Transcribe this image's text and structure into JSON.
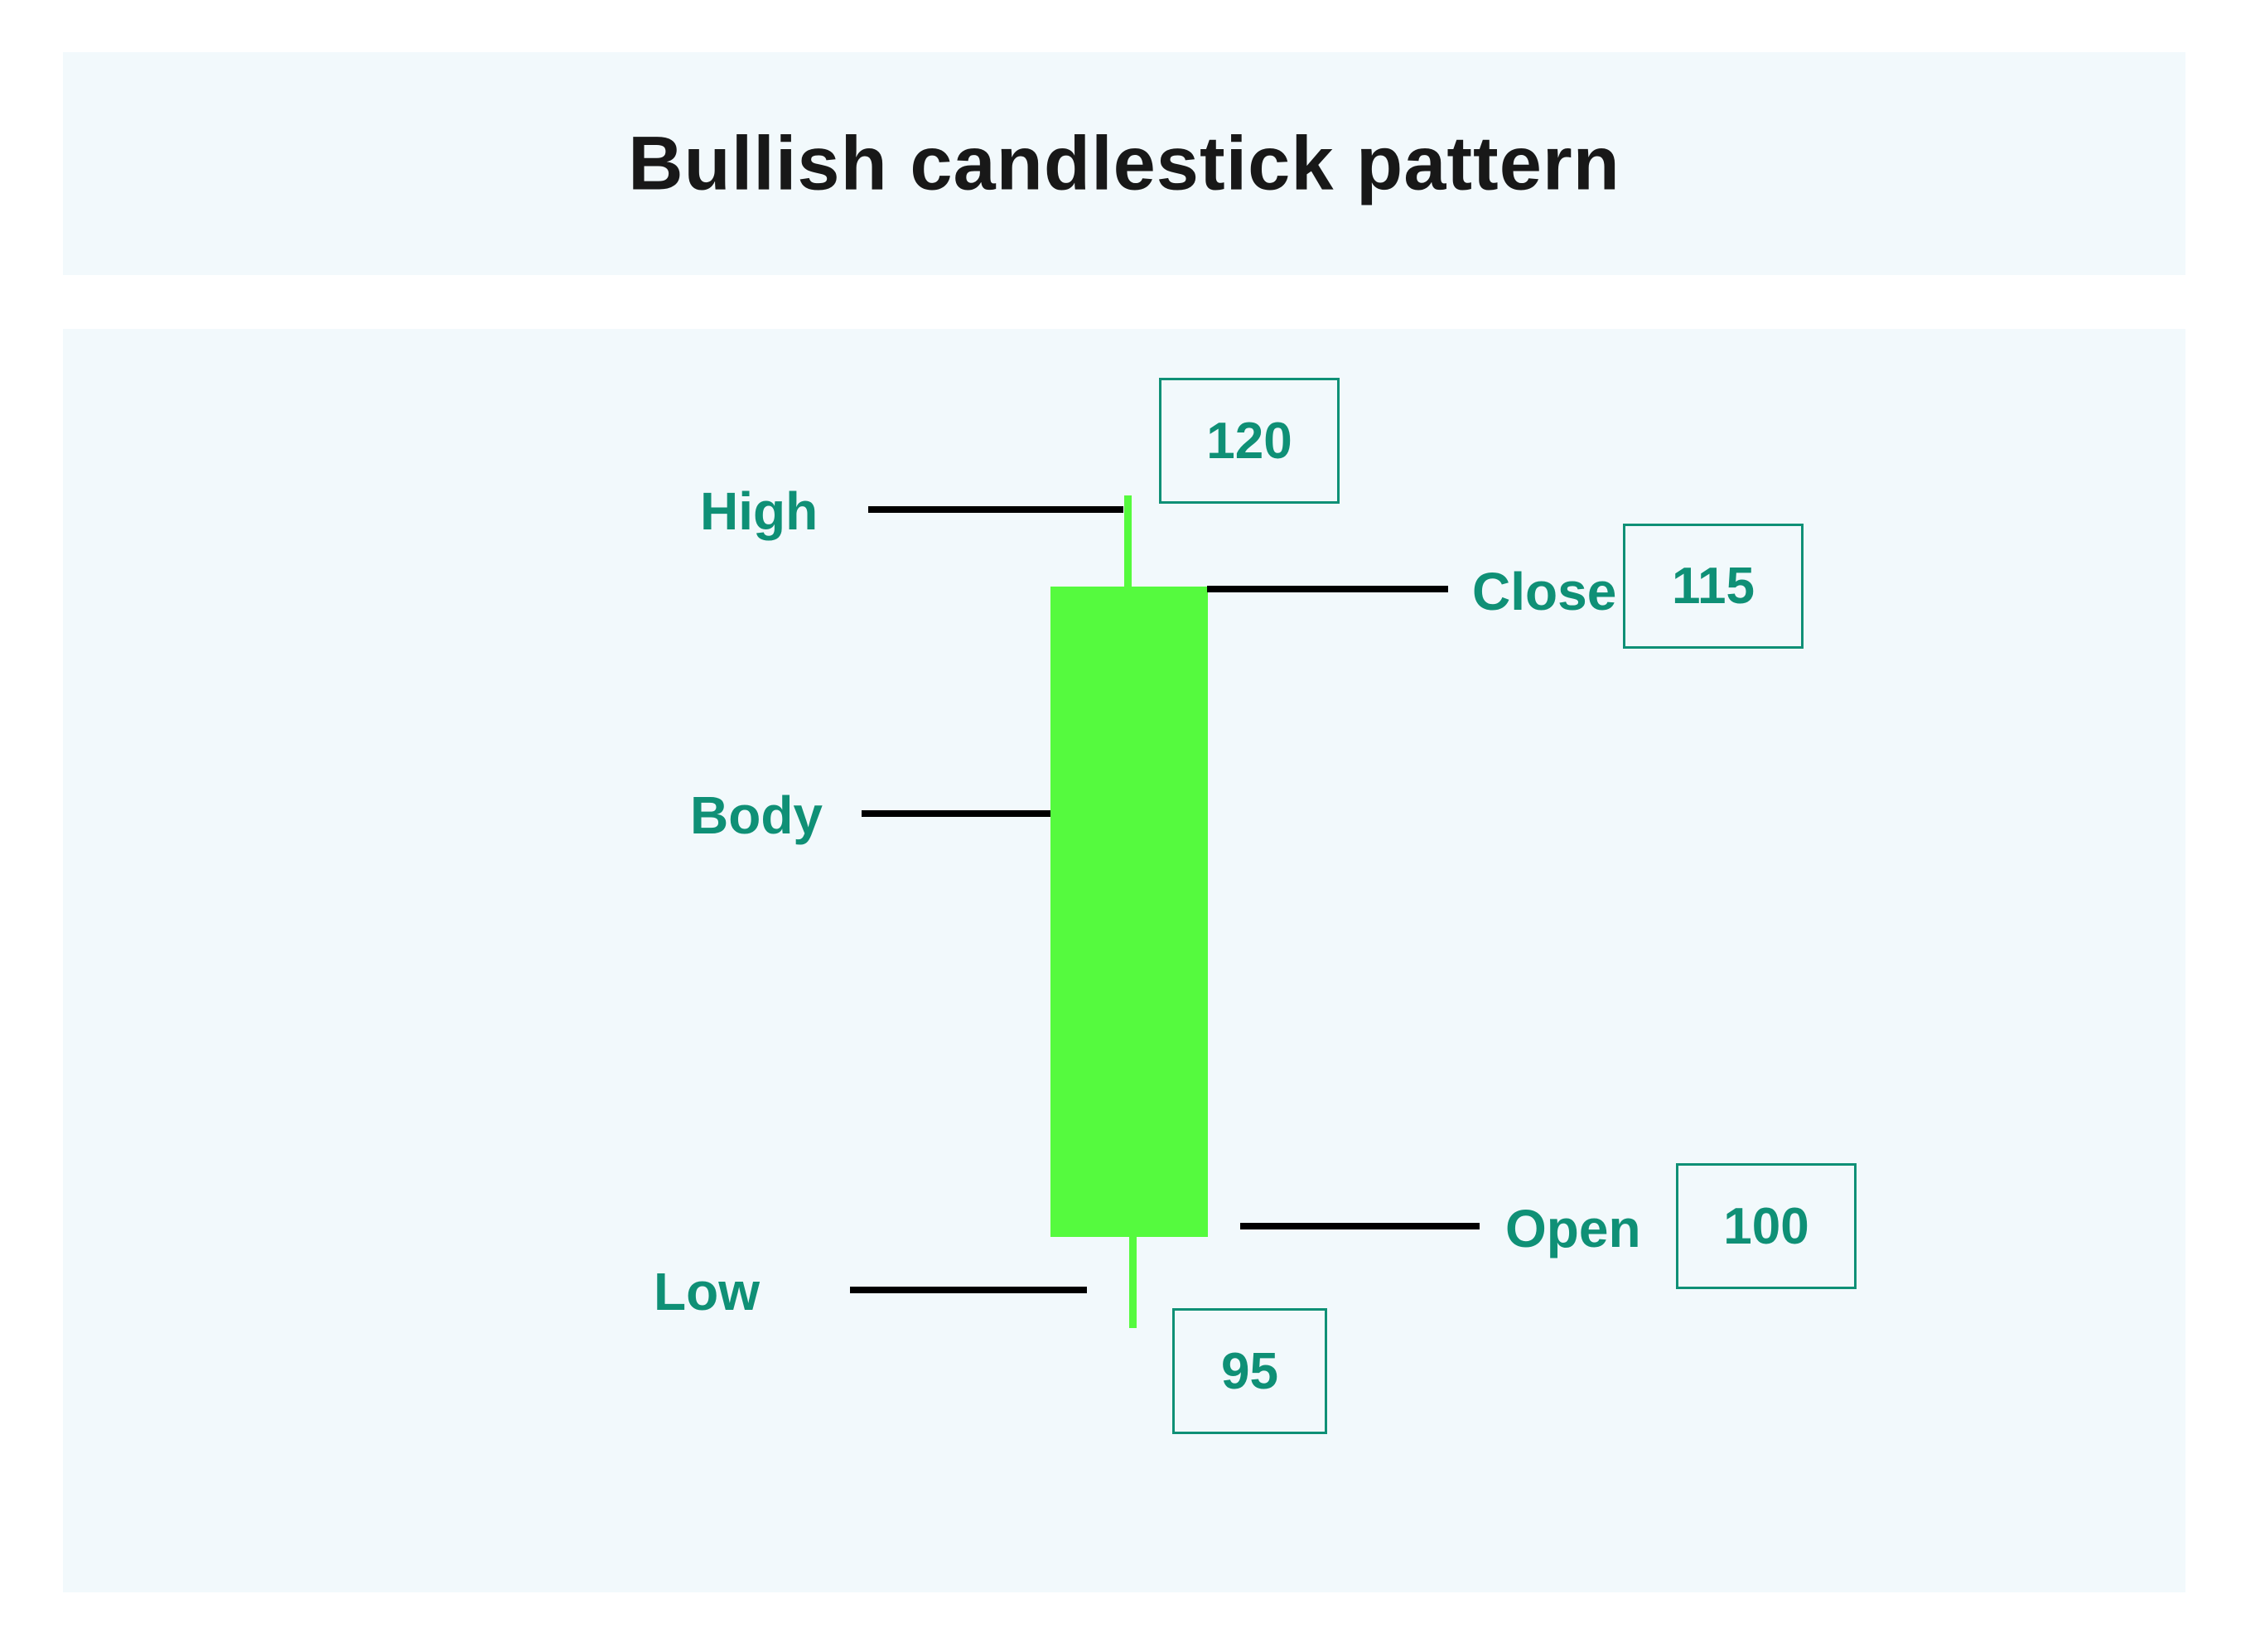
{
  "title": "Bullish candlestick pattern",
  "colors": {
    "accent_teal": "#0f9076",
    "candle_green": "#55fa3e",
    "pointer_line": "#000000",
    "panel_background": "#f2f9fc",
    "title_text": "#181818"
  },
  "candlestick": {
    "high": {
      "label": "High",
      "value": "120"
    },
    "close": {
      "label": "Close",
      "value": "115"
    },
    "body": {
      "label": "Body"
    },
    "open": {
      "label": "Open",
      "value": "100"
    },
    "low": {
      "label": "Low",
      "value": "95"
    }
  },
  "chart_data": {
    "type": "candlestick",
    "direction": "bullish",
    "open": 100,
    "high": 120,
    "low": 95,
    "close": 115
  }
}
